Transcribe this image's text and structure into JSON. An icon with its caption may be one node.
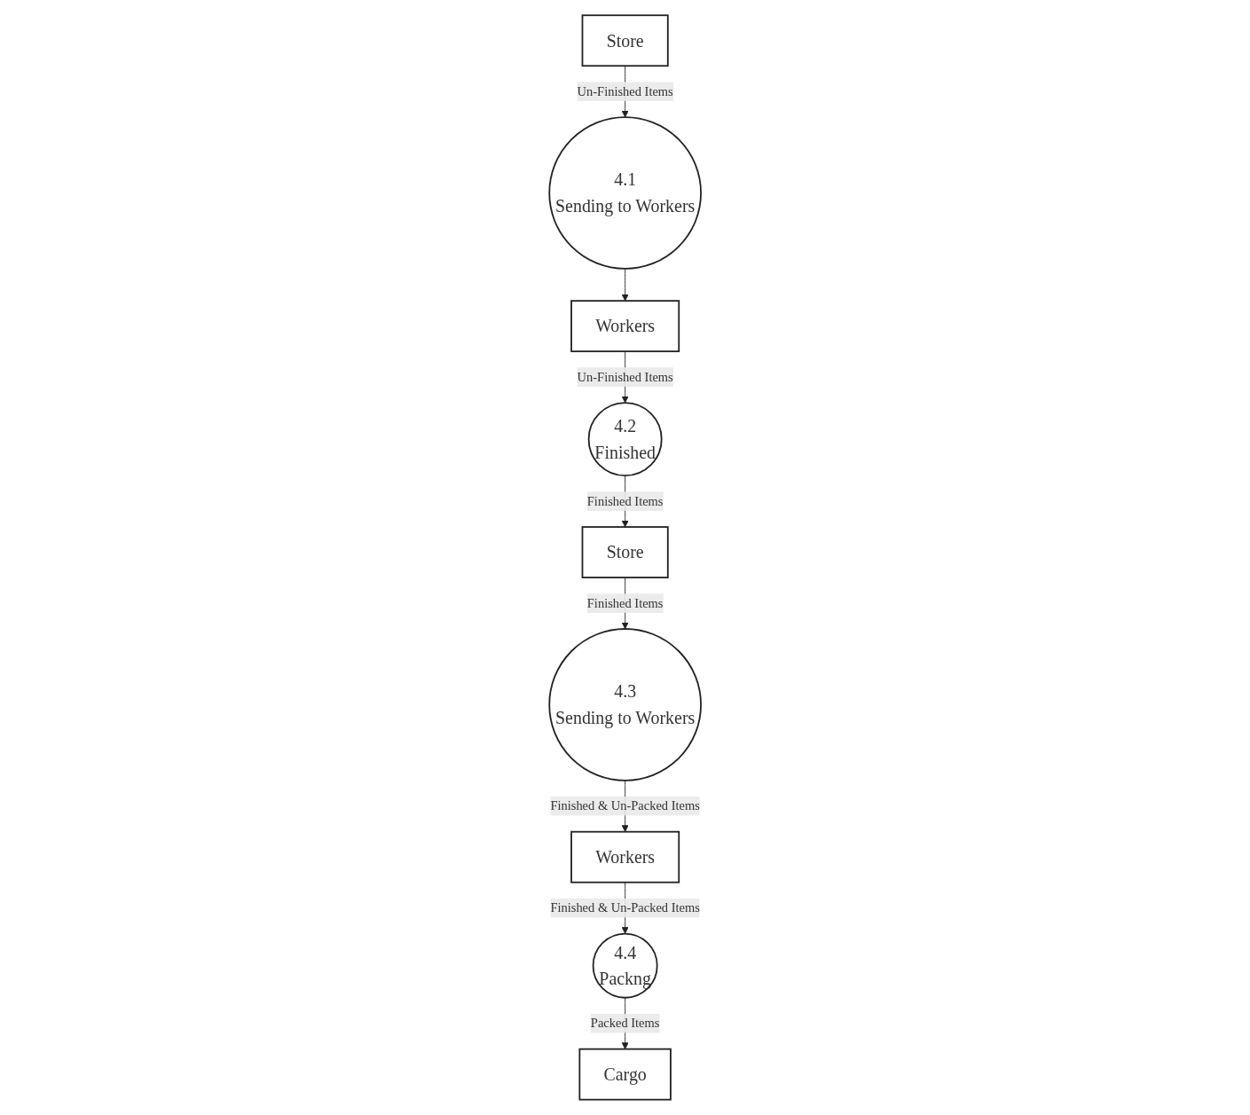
{
  "diagram": {
    "nodes": [
      {
        "text": [
          "Store"
        ]
      },
      {
        "text": [
          "4.1",
          "Sending to Workers"
        ]
      },
      {
        "text": [
          "Workers"
        ]
      },
      {
        "text": [
          "4.2",
          "Finished"
        ]
      },
      {
        "text": [
          "Store"
        ]
      },
      {
        "text": [
          "4.3",
          "Sending to Workers"
        ]
      },
      {
        "text": [
          "Workers"
        ]
      },
      {
        "text": [
          "4.4",
          "Packng"
        ]
      },
      {
        "text": [
          "Cargo"
        ]
      }
    ],
    "edges": [
      {
        "from": 0,
        "to": 1,
        "arrow": "to",
        "label": "Un-Finished Items"
      },
      {
        "from": 1,
        "to": 2,
        "arrow": "to"
      },
      {
        "from": 2,
        "to": 3,
        "arrow": "to",
        "label": "Un-Finished Items"
      },
      {
        "from": 3,
        "to": 4,
        "arrow": "to",
        "label": "Finished Items"
      },
      {
        "from": 4,
        "to": 5,
        "arrow": "to",
        "label": "Finished Items"
      },
      {
        "from": 5,
        "to": 6,
        "arrow": "to",
        "label": "Finished & Un-Packed Items"
      },
      {
        "from": 6,
        "to": 7,
        "arrow": "to",
        "label": "Finished & Un-Packed Items"
      },
      {
        "from": 7,
        "to": 8,
        "arrow": "to",
        "label": "Packed Items"
      }
    ]
  }
}
